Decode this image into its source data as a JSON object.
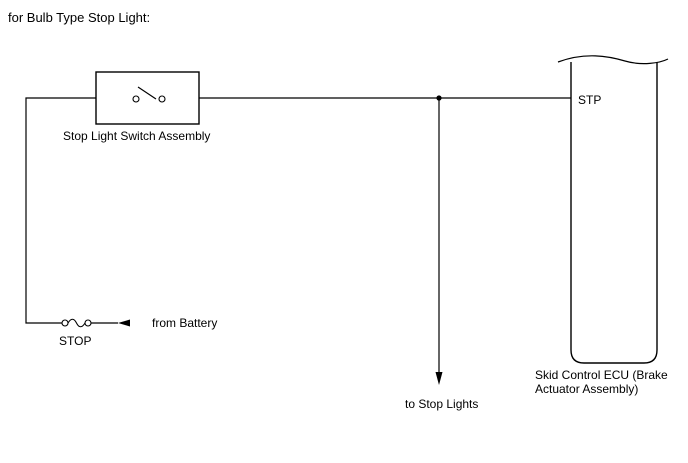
{
  "diagram": {
    "title": "for Bulb Type Stop Light:",
    "switch_label": "Stop Light Switch Assembly",
    "fuse_label": "STOP",
    "source_label": "from Battery",
    "output_label": "to Stop Lights",
    "ecu_terminal": "STP",
    "ecu_label_line1": "Skid Control ECU (Brake",
    "ecu_label_line2": "Actuator Assembly)",
    "line_color": "#000000"
  }
}
